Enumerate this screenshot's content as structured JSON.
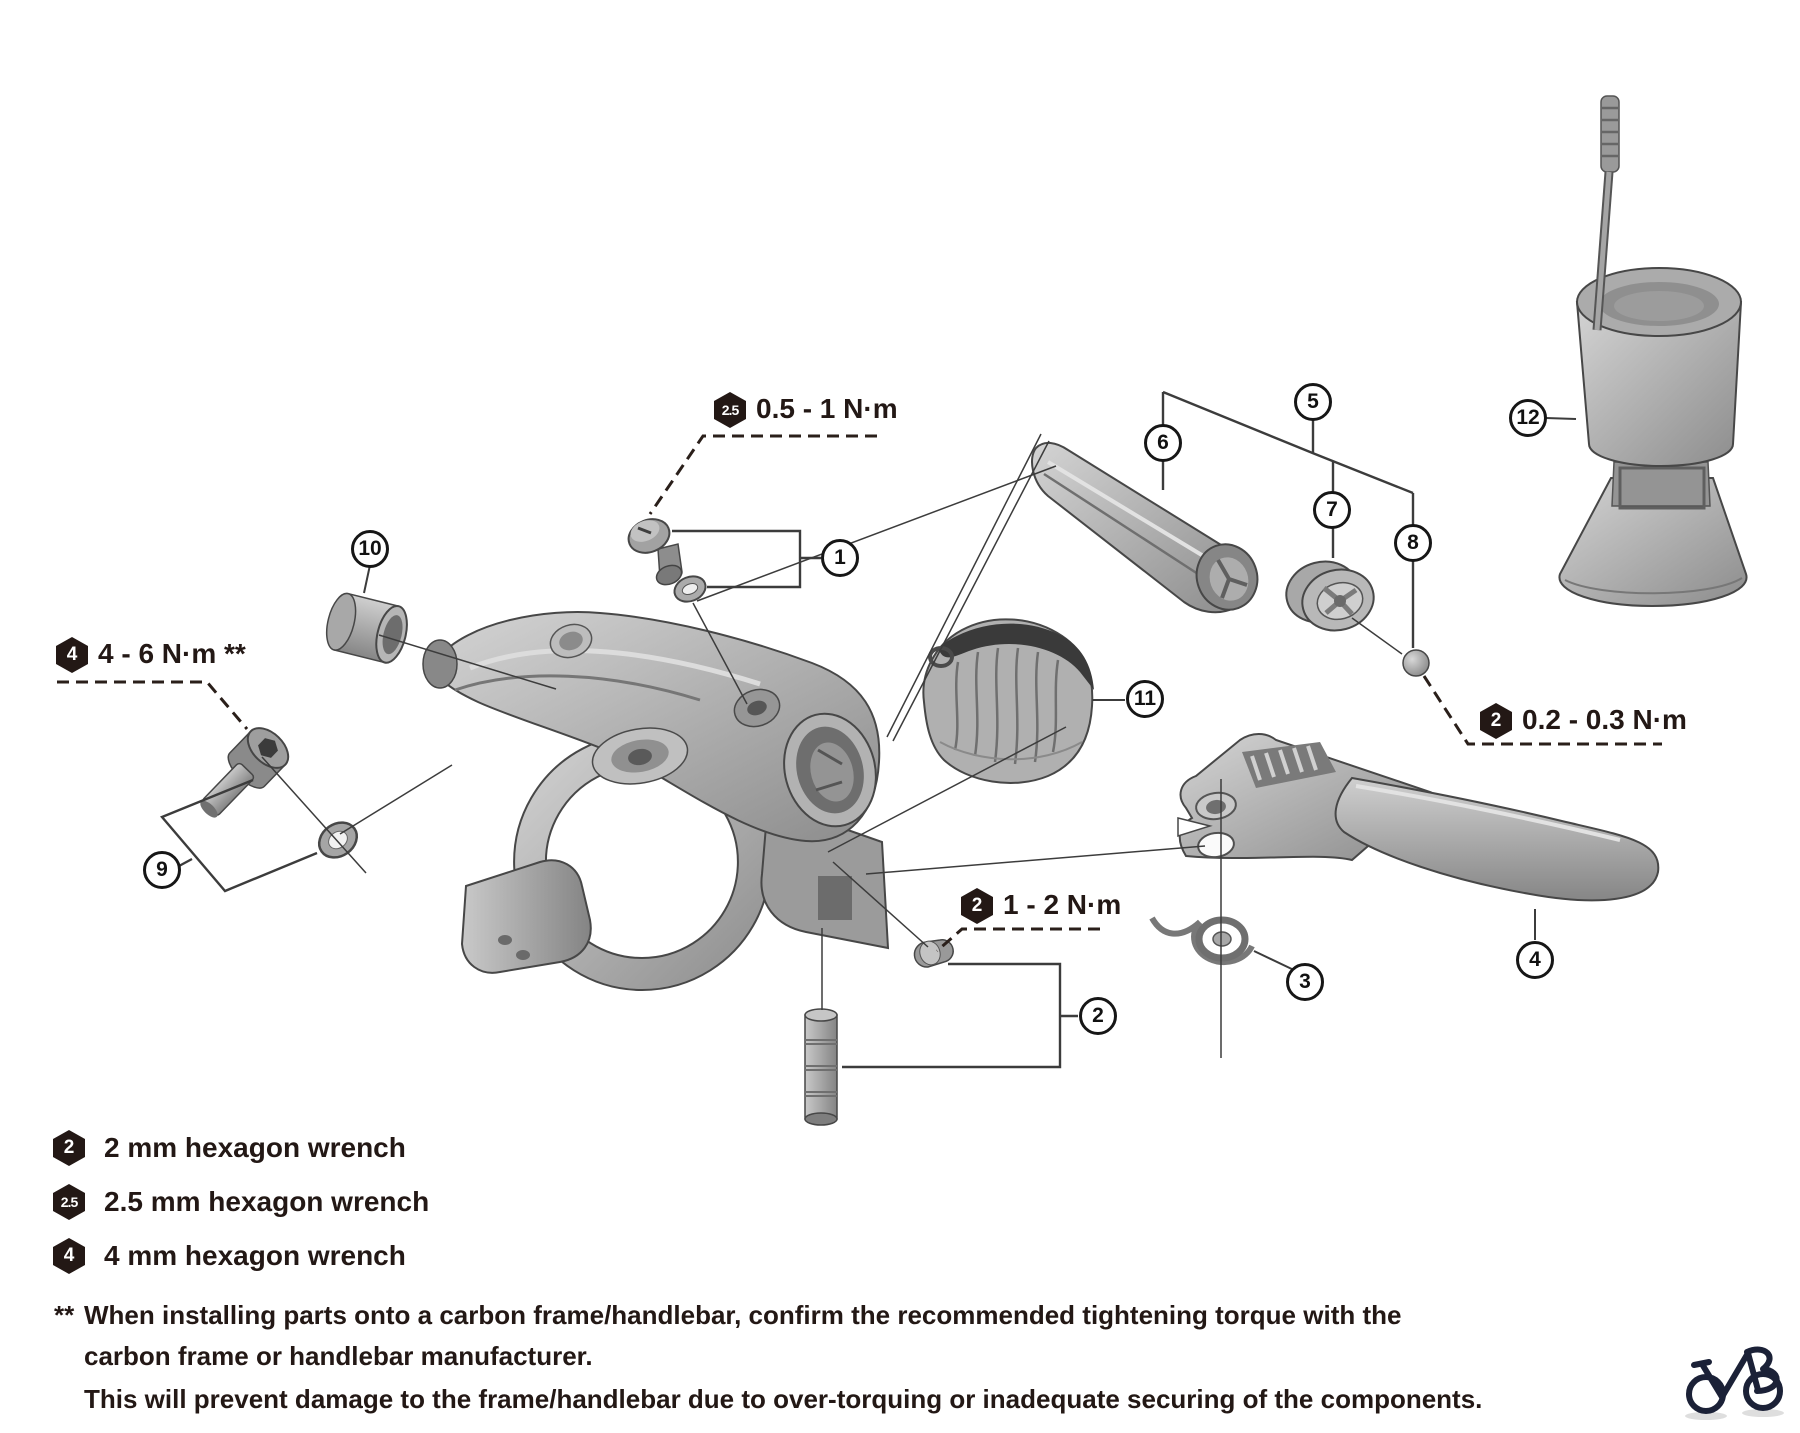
{
  "colors": {
    "ink": "#231815",
    "leader_line": "#3c3c3c",
    "metal_light": "#d2d2d2",
    "metal_dark": "#8a8a8a",
    "logo": "#1b2137"
  },
  "torque_callouts": [
    {
      "tool": "2.5",
      "value": "0.5 - 1 N·m"
    },
    {
      "tool": "4",
      "value": "4 - 6 N·m **"
    },
    {
      "tool": "2",
      "value": "1 - 2 N·m"
    },
    {
      "tool": "2",
      "value": "0.2 - 0.3 N·m"
    }
  ],
  "part_callouts": [
    {
      "number": "1"
    },
    {
      "number": "2"
    },
    {
      "number": "3"
    },
    {
      "number": "4"
    },
    {
      "number": "5"
    },
    {
      "number": "6"
    },
    {
      "number": "7"
    },
    {
      "number": "8"
    },
    {
      "number": "9"
    },
    {
      "number": "10"
    },
    {
      "number": "11"
    },
    {
      "number": "12"
    }
  ],
  "legend": {
    "items": [
      {
        "tool": "2",
        "label": "2 mm hexagon wrench"
      },
      {
        "tool": "2.5",
        "label": "2.5 mm hexagon wrench"
      },
      {
        "tool": "4",
        "label": "4 mm hexagon wrench"
      }
    ]
  },
  "footnote": {
    "marker": "**",
    "lines": [
      "When installing parts onto a carbon frame/handlebar, confirm the recommended tightening torque with the",
      "carbon frame or handlebar manufacturer.",
      "This will prevent damage to the frame/handlebar due to over-torquing or inadequate securing of the components."
    ]
  },
  "logo": {
    "icon": "bicycle-logo"
  }
}
